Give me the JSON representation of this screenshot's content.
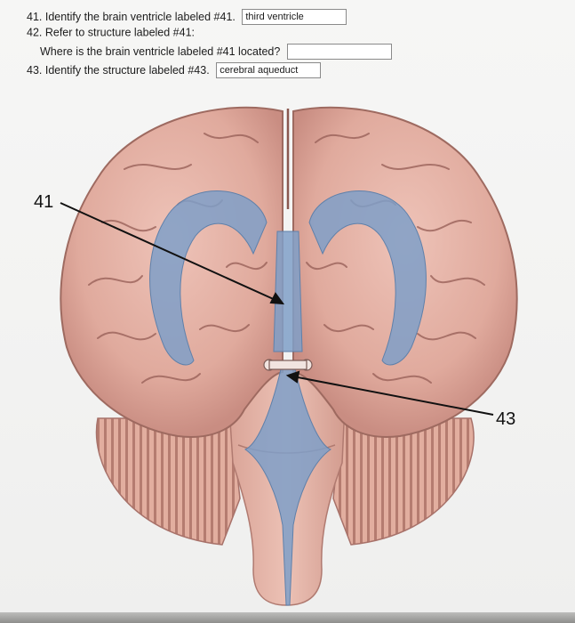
{
  "questions": {
    "q41": {
      "text": "41. Identify the brain ventricle labeled #41.",
      "answer": "third ventricle"
    },
    "q42": {
      "text": "42. Refer to structure labeled #41:",
      "sub_text": "Where is the brain ventricle labeled #41 located?",
      "answer": ""
    },
    "q43": {
      "text": "43. Identify the structure labeled #43.",
      "answer": "cerebral aqueduct"
    }
  },
  "figure": {
    "label_41": "41",
    "label_43": "43"
  },
  "colors": {
    "ventricle_blue": "#7f9fc8",
    "brain_pink": "#e4b3a8",
    "brain_shadow": "#c98d82"
  }
}
